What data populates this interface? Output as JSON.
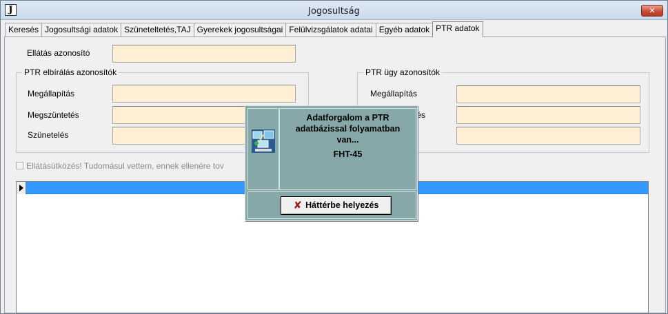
{
  "window": {
    "title": "Jogosultság",
    "app_icon_letter": "J",
    "close_symbol": "✕"
  },
  "tabs": [
    {
      "label": "Keresés"
    },
    {
      "label": "Jogosultsági adatok"
    },
    {
      "label": "Szüneteltetés,TAJ"
    },
    {
      "label": "Gyerekek jogosultságai"
    },
    {
      "label": "Felülvizsgálatok adatai"
    },
    {
      "label": "Egyéb adatok"
    },
    {
      "label": "PTR adatok"
    }
  ],
  "form": {
    "ellatas_azonosito": {
      "label": "Ellátás azonosító",
      "value": ""
    },
    "group_elbiralas": {
      "title": "PTR elbírálás azonosítók",
      "megallapitas": {
        "label": "Megállapítás",
        "value": ""
      },
      "megszuntetes": {
        "label": "Megszüntetés",
        "value": ""
      },
      "szunetelés": {
        "label": "Szünetelés",
        "value": ""
      }
    },
    "group_ugy": {
      "title": "PTR ügy azonosítók",
      "megallapitas": {
        "label": "Megállapítás",
        "value": ""
      },
      "megszuntetes_partial": {
        "label": "tés",
        "value": ""
      },
      "third": {
        "value": ""
      }
    },
    "checkbox": {
      "label": "Ellátásütközés! Tudomásul vettem, ennek ellenére tov",
      "checked": false
    }
  },
  "dialog": {
    "message": "Adatforgalom a PTR adatbázissal folyamatban van...",
    "code": "FHT-45",
    "button_label": "Háttérbe helyezés",
    "icon": "network-transfer-icon"
  },
  "colors": {
    "field_bg": "#ffefd5",
    "dialog_bg": "#87a8a8",
    "selection": "#3399ff"
  }
}
